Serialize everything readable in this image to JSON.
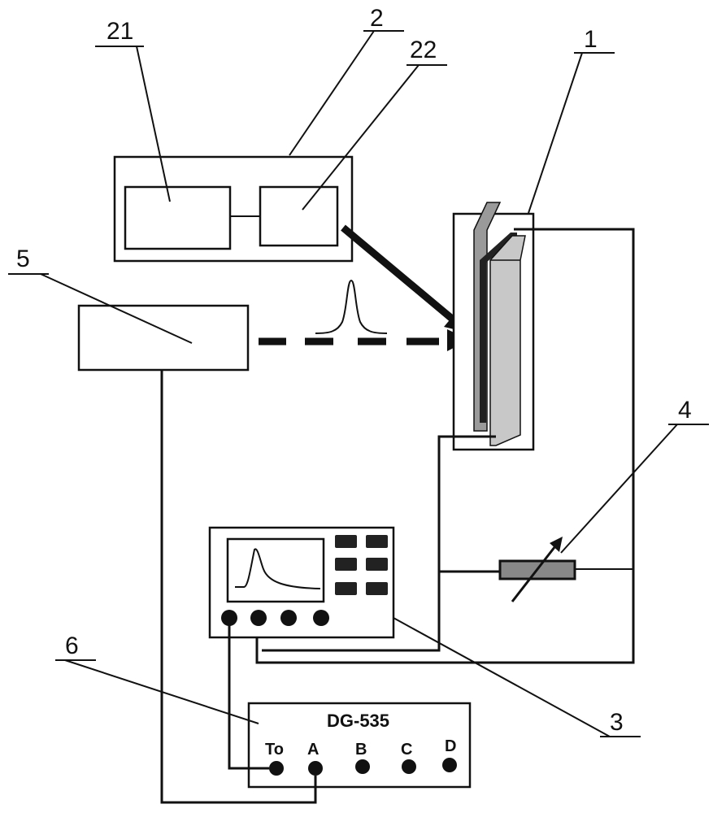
{
  "labels": {
    "l1": "1",
    "l2": "2",
    "l21": "21",
    "l22": "22",
    "l3": "3",
    "l4": "4",
    "l5": "5",
    "l6": "6"
  },
  "delay_generator": {
    "title": "DG-535",
    "ports": [
      "To",
      "A",
      "B",
      "C",
      "D"
    ]
  }
}
